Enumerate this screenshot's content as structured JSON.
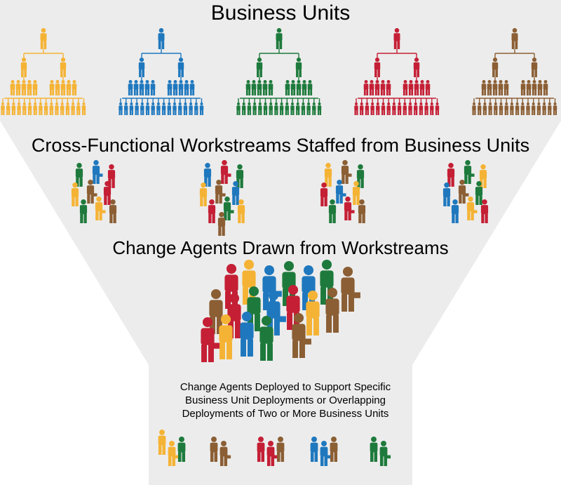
{
  "titles": {
    "business_units": "Business Units",
    "workstreams": "Cross-Functional Workstreams Staffed from Business Units",
    "change_agents": "Change Agents Drawn from Workstreams",
    "deployed_lines": [
      "Change Agents Deployed to Support Specific",
      "Business Unit Deployments or Overlapping",
      "Deployments of Two or More Business Units"
    ]
  },
  "colors": {
    "yellow": "#f5b335",
    "blue": "#1f78be",
    "green": "#1e7a3c",
    "red": "#c41f35",
    "brown": "#8b5e34",
    "funnel_fill": "#ececec",
    "icon_name": "person-icon"
  },
  "business_units": [
    "yellow",
    "blue",
    "green",
    "red",
    "brown"
  ],
  "workstream_groups": [
    [
      "green",
      "blue",
      "red",
      "yellow",
      "brown",
      "red",
      "green",
      "yellow",
      "brown"
    ],
    [
      "blue",
      "red",
      "green",
      "yellow",
      "brown",
      "blue",
      "red",
      "green",
      "yellow",
      "brown"
    ],
    [
      "yellow",
      "brown",
      "green",
      "red",
      "blue",
      "yellow",
      "green",
      "red",
      "brown"
    ],
    [
      "red",
      "green",
      "yellow",
      "blue",
      "brown",
      "green",
      "blue",
      "yellow",
      "red"
    ]
  ],
  "change_agent_crowd": [
    "red",
    "yellow",
    "blue",
    "green",
    "blue",
    "green",
    "brown",
    "brown",
    "red",
    "green",
    "blue",
    "red",
    "yellow",
    "brown",
    "red",
    "yellow",
    "blue",
    "green",
    "brown"
  ],
  "deployed_groups": [
    [
      "yellow",
      "yellow",
      "green"
    ],
    [
      "brown",
      "brown"
    ],
    [
      "red",
      "red",
      "brown"
    ],
    [
      "blue",
      "blue",
      "brown"
    ],
    [
      "green",
      "green"
    ]
  ]
}
